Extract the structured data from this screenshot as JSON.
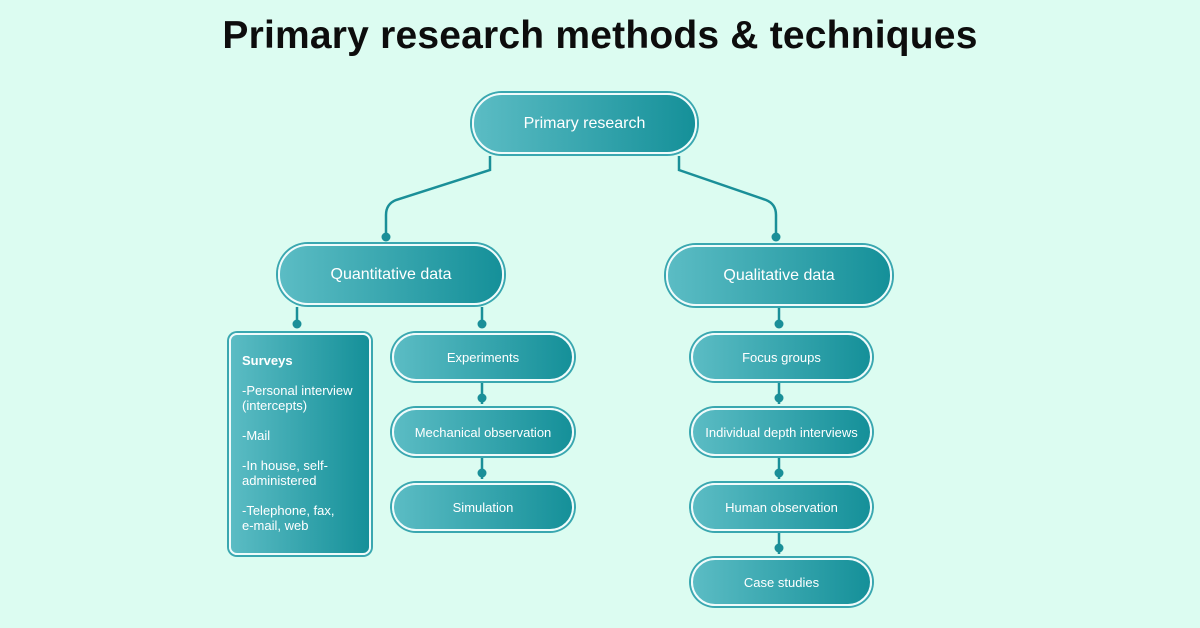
{
  "title": "Primary research methods & techniques",
  "root": "Primary research",
  "quantitative": {
    "label": "Quantitative data",
    "surveys": {
      "heading": "Surveys",
      "items": [
        "-Personal interview\n (intercepts)",
        "-Mail",
        "-In house, self-\n administered",
        "-Telephone, fax,\n e-mail, web"
      ]
    },
    "methods": [
      "Experiments",
      "Mechanical observation",
      "Simulation"
    ]
  },
  "qualitative": {
    "label": "Qualitative data",
    "methods": [
      "Focus groups",
      "Individual depth interviews",
      "Human observation",
      "Case studies"
    ]
  },
  "colors": {
    "background": "#dcfcf1",
    "node_gradient_start": "#5bbcc4",
    "node_gradient_end": "#159099",
    "connector": "#1a8f98"
  }
}
